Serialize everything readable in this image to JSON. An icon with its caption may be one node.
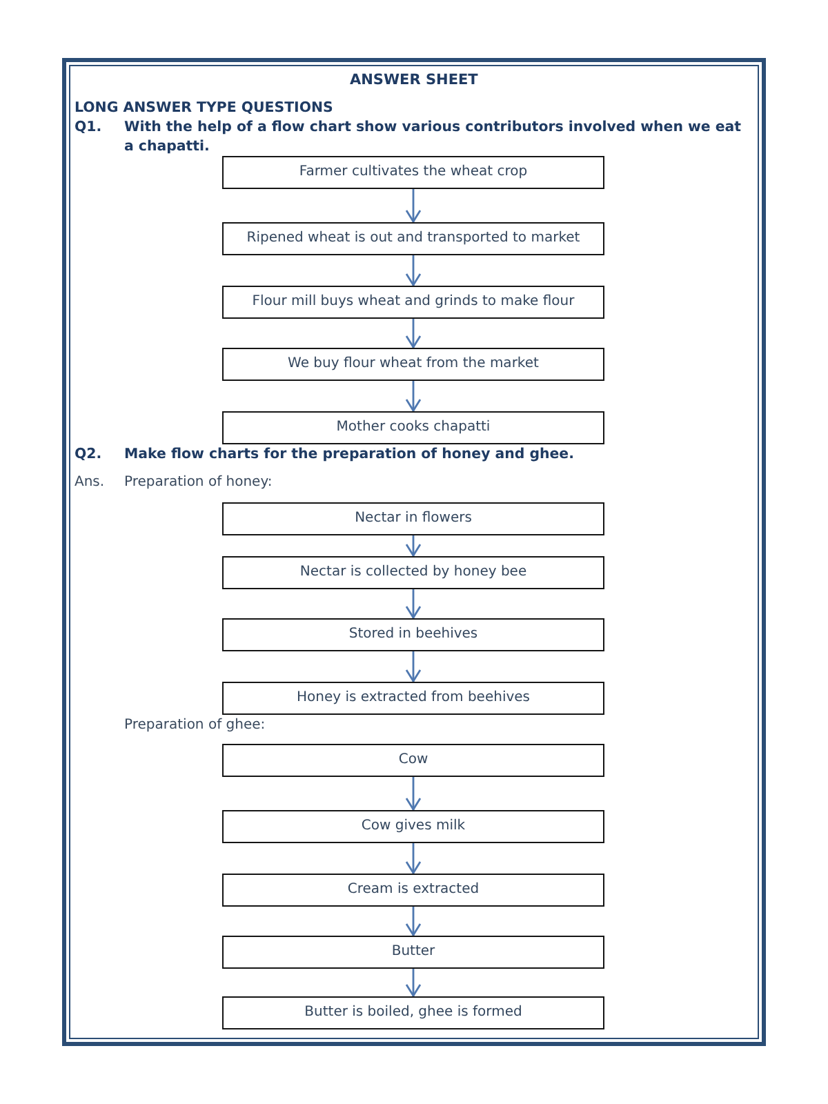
{
  "diagram": {
    "title": "ANSWER SHEET",
    "nodes": [
      {
        "text": [
          "Farmer cultivates the wheat crop"
        ]
      },
      {
        "text": [
          "Ripened wheat is out and transported to market"
        ]
      },
      {
        "text": [
          "Flour mill buys wheat and grinds to make flour"
        ]
      },
      {
        "text": [
          "We buy flour wheat from the market"
        ]
      },
      {
        "text": [
          "Mother cooks chapatti"
        ]
      },
      {
        "text": [
          "Nectar in flowers"
        ]
      },
      {
        "text": [
          "Nectar is collected by honey bee"
        ]
      },
      {
        "text": [
          "Stored in beehives"
        ]
      },
      {
        "text": [
          "Honey is extracted from beehives"
        ]
      },
      {
        "text": [
          "Cow"
        ]
      },
      {
        "text": [
          "Cow gives milk"
        ]
      },
      {
        "text": [
          "Cream is extracted"
        ]
      },
      {
        "text": [
          "Butter"
        ]
      },
      {
        "text": [
          "Butter is boiled, ghee is formed"
        ]
      }
    ],
    "edges": [
      {
        "from": 0,
        "to": 1,
        "arrow": "to"
      },
      {
        "from": 1,
        "to": 2,
        "arrow": "to"
      },
      {
        "from": 2,
        "to": 3,
        "arrow": "to"
      },
      {
        "from": 3,
        "to": 4,
        "arrow": "to"
      },
      {
        "from": 5,
        "to": 6,
        "arrow": "to"
      },
      {
        "from": 6,
        "to": 7,
        "arrow": "to"
      },
      {
        "from": 7,
        "to": 8,
        "arrow": "to"
      },
      {
        "from": 9,
        "to": 10,
        "arrow": "to"
      },
      {
        "from": 10,
        "to": 11,
        "arrow": "to"
      },
      {
        "from": 11,
        "to": 12,
        "arrow": "to"
      },
      {
        "from": 12,
        "to": 13,
        "arrow": "to"
      }
    ],
    "labels": [
      "LONG ANSWER TYPE QUESTIONS",
      "Q1.",
      "With the help of a flow chart show various contributors involved when we eat a chapatti.",
      "Q2.",
      "Make flow charts for the preparation of honey and ghee.",
      "Ans.",
      "Preparation of honey:",
      "Preparation of ghee:"
    ]
  }
}
